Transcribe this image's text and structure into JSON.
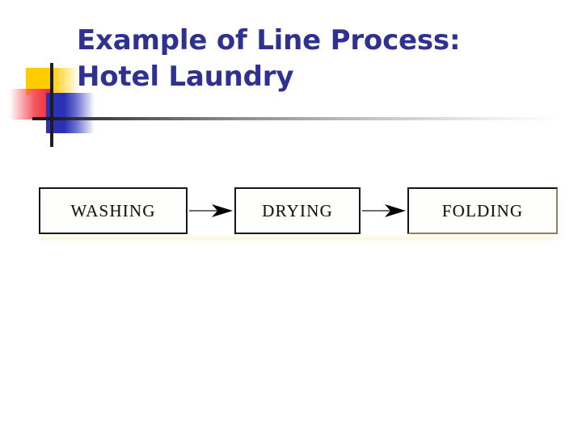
{
  "slide": {
    "title_line_1": "Example of Line Process:",
    "title_line_2": "Hotel Laundry",
    "title_color": "#2F3192",
    "background_color": "#FFFFFF"
  },
  "decoration": {
    "name": "powerpoint-corner-mark",
    "yellow_color": "#FFCC00",
    "red_color": "#F42A35",
    "blue_color": "#2B31B5",
    "crosshair_color": "#1C1C22"
  },
  "header_rule": {
    "gradient_from": "#17171C",
    "gradient_to": "#FFFFFF"
  },
  "diagram": {
    "type": "flow",
    "orientation": "horizontal",
    "connector": "arrow-right",
    "steps": [
      {
        "label": "WASHING"
      },
      {
        "label": "DRYING"
      },
      {
        "label": "FOLDING"
      }
    ],
    "box_border_color": "#161616",
    "box_fill_color": "#FEFEFC",
    "arrow_shaft_color": "#6D6D6D",
    "arrow_head_color": "#000000"
  }
}
